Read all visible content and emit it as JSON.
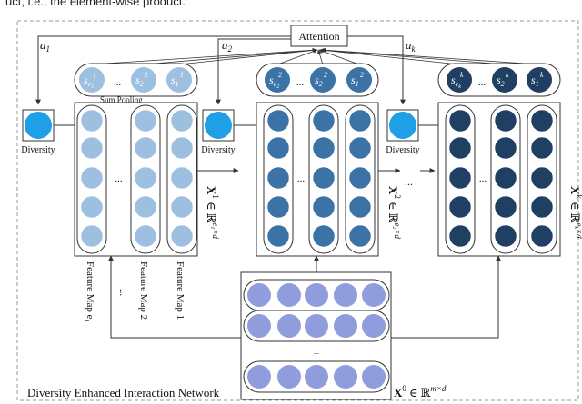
{
  "caption_fragment": "uct, i.e., the element-wise product.",
  "frame_title": "Diversity Enhanced Interaction Network",
  "attention_label": "Attention",
  "sum_pooling_label": "Sum Pooling",
  "diversity_label": "Diversity",
  "ellipsis": "...",
  "vertical_ellipsis": "⋮",
  "weights": [
    {
      "base": "a",
      "sub": "1"
    },
    {
      "base": "a",
      "sub": "2"
    },
    {
      "base": "a",
      "sub": "k"
    }
  ],
  "pooled_groups": [
    {
      "items": [
        {
          "base": "s",
          "sub": "e",
          "subsub": "1",
          "sup": "1"
        },
        {
          "base": "s",
          "sub": "2",
          "sup": "1"
        },
        {
          "base": "s",
          "sub": "1",
          "sup": "1"
        }
      ]
    },
    {
      "items": [
        {
          "base": "s",
          "sub": "e",
          "subsub": "2",
          "sup": "2"
        },
        {
          "base": "s",
          "sub": "2",
          "sup": "2"
        },
        {
          "base": "s",
          "sub": "1",
          "sup": "2"
        }
      ]
    },
    {
      "items": [
        {
          "base": "s",
          "sub": "e",
          "subsub": "k",
          "sup": "k"
        },
        {
          "base": "s",
          "sub": "2",
          "sup": "k"
        },
        {
          "base": "s",
          "sub": "1",
          "sup": "k"
        }
      ]
    }
  ],
  "feature_map_labels": [
    "Feature Map e",
    "Feature Map 2",
    "Feature Map 1"
  ],
  "feature_map_first_sub": "1",
  "layer_labels": [
    {
      "X": "X",
      "sup": "1",
      "in": "∈",
      "R": "ℝ",
      "dims": "e",
      "dsub": "1",
      "times": "×d"
    },
    {
      "X": "X",
      "sup": "2",
      "in": "∈",
      "R": "ℝ",
      "dims": "e",
      "dsub": "2",
      "times": "×d"
    },
    {
      "X": "X",
      "sup": "k",
      "in": "∈",
      "R": "ℝ",
      "dims": "e",
      "dsub": "k",
      "times": "×d"
    }
  ],
  "input_label": {
    "X": "X",
    "sup": "0",
    "in": "∈",
    "R": "ℝ",
    "dims": "m×d"
  },
  "colors": {
    "layer1": "#9dbfe0",
    "layer2": "#3b73a6",
    "layerk": "#1f3f63",
    "diversity": "#1e9fe6",
    "input": "#8f9ddc",
    "stroke": "#333333",
    "frame": "#888888"
  }
}
